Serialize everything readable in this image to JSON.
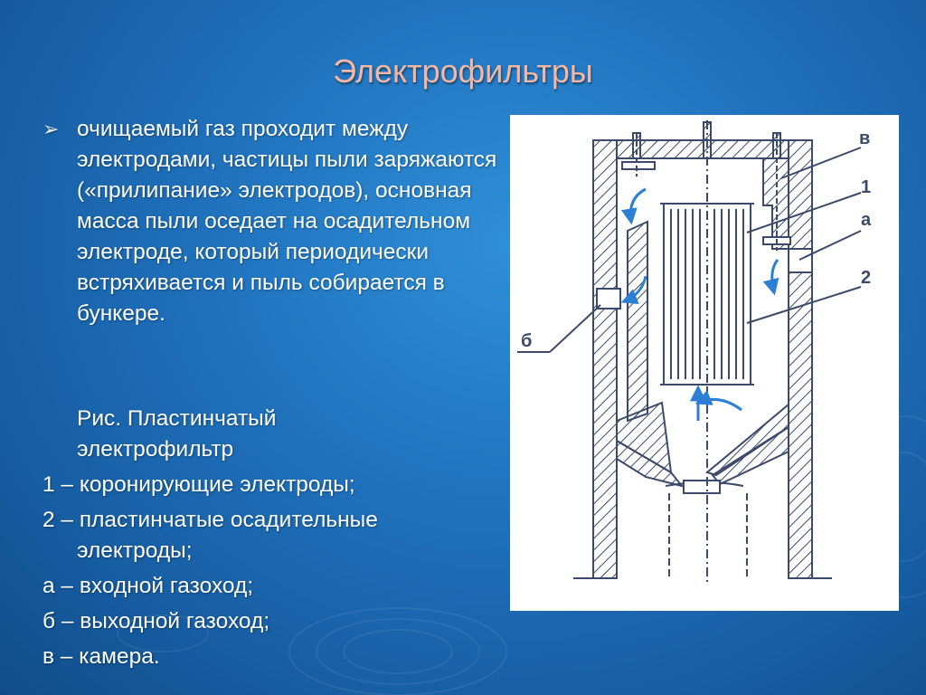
{
  "slide": {
    "title": "Электрофильтры",
    "bullet": "очищаемый газ проходит между электродами, частицы пыли заряжаются («прилипание» электродов), основная масса пыли оседает на осадительном электроде, который периодически встряхивается и пыль собирается в бункере.",
    "bullet_marker": "➢",
    "caption": "Рис. Пластинчатый электрофильтр",
    "legend": [
      "1 – коронирующие электроды;",
      "2 – пластинчатые осадительные электроды;",
      "а – входной газоход;",
      "б – выходной газоход;",
      "в – камера."
    ]
  },
  "figure": {
    "labels": {
      "v": "в",
      "one": "1",
      "a": "а",
      "two": "2",
      "b": "б"
    },
    "line_color": "#3b4a6a",
    "arrow_color": "#2b7fd4"
  }
}
